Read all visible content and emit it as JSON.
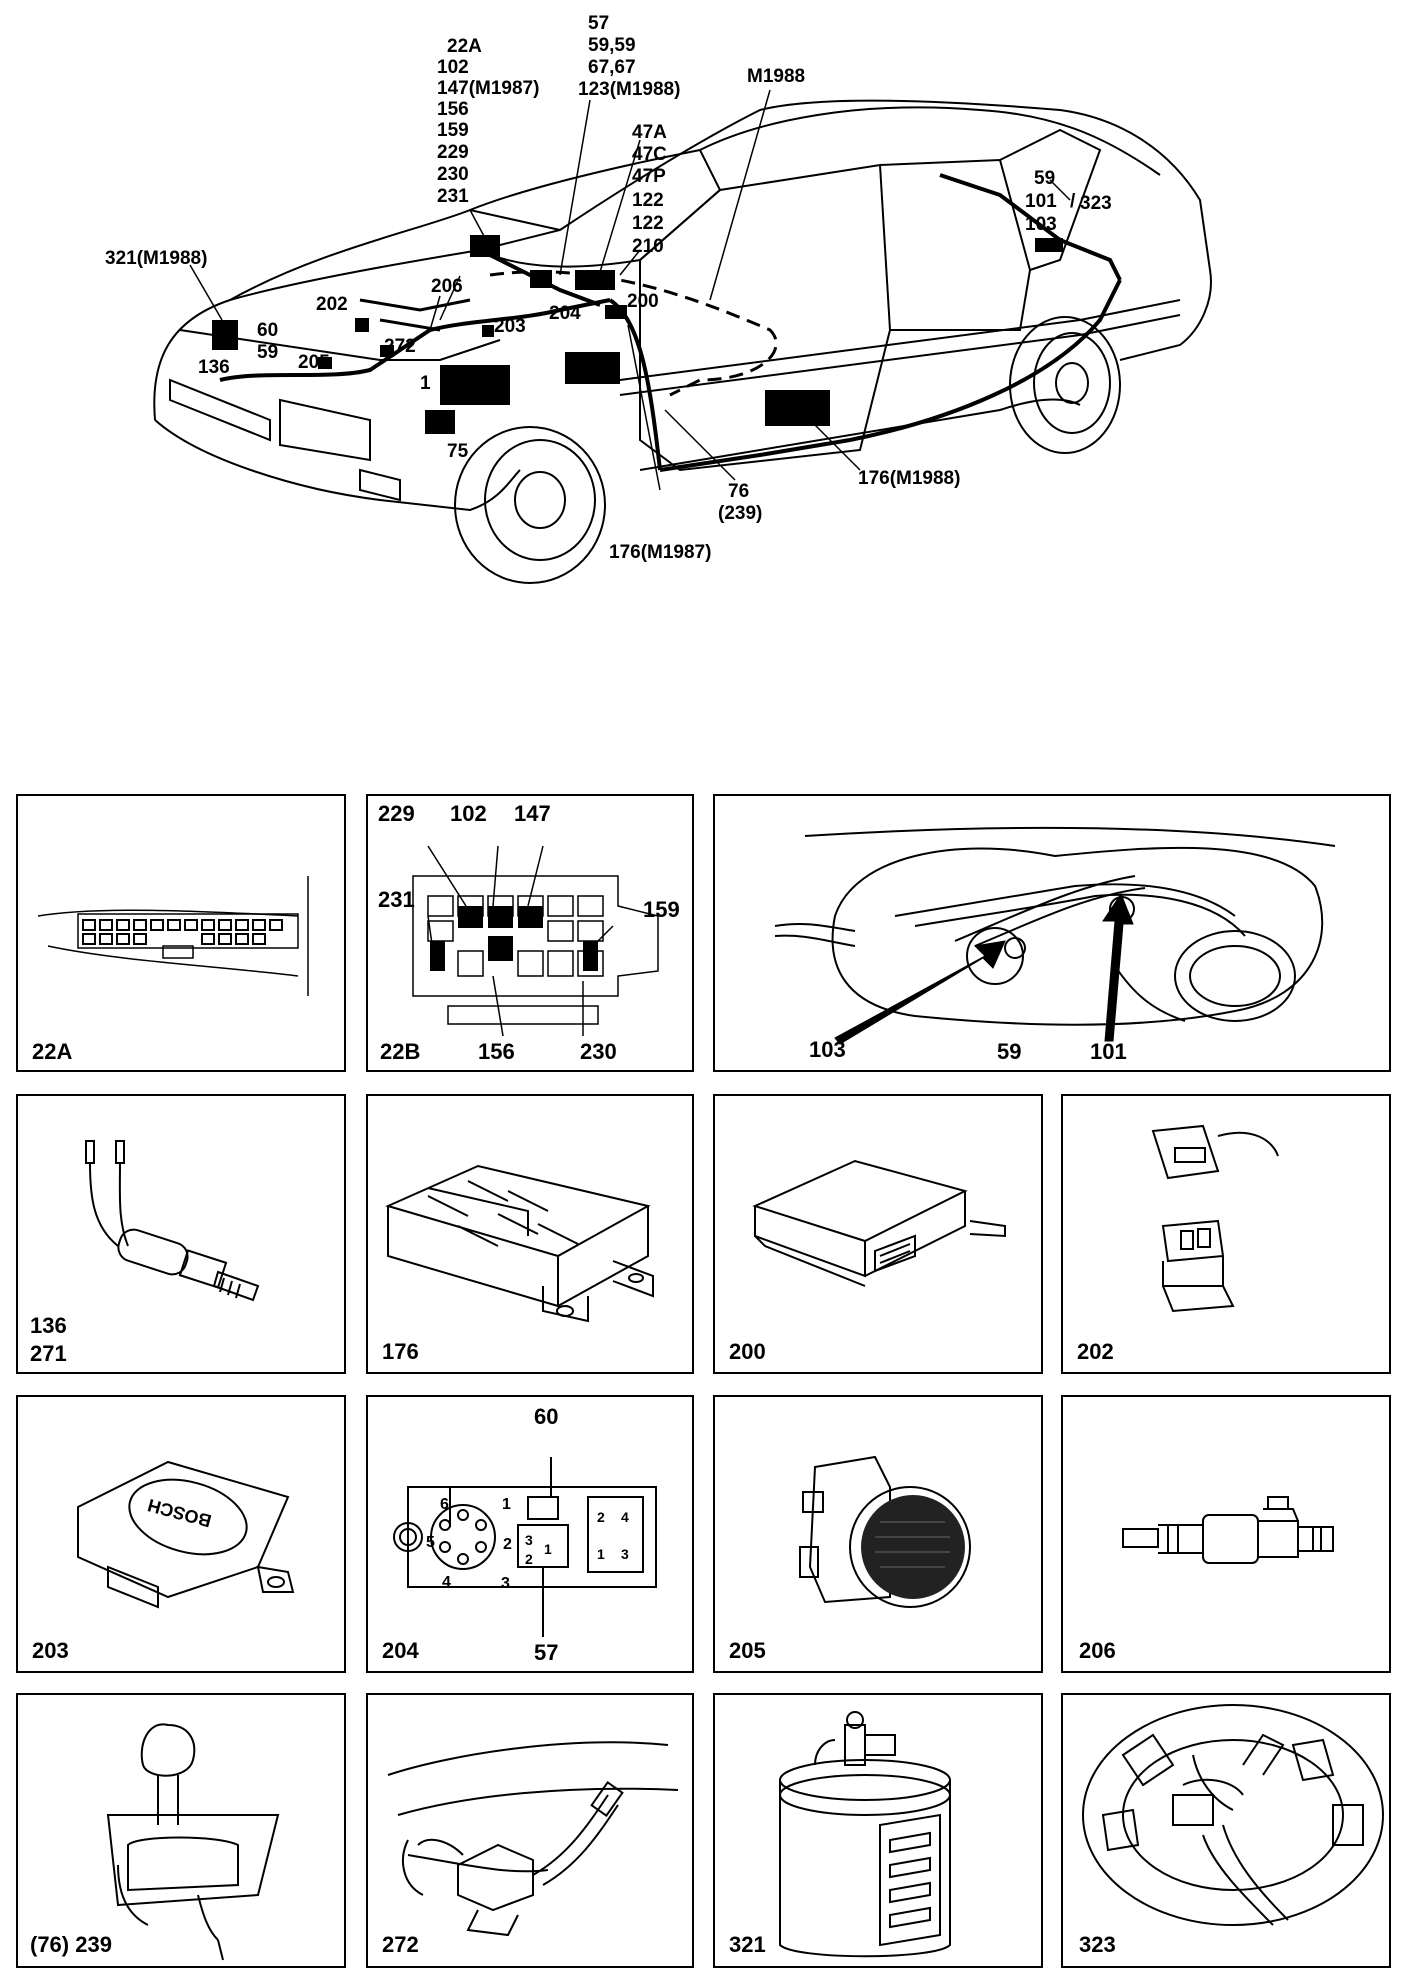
{
  "overview": {
    "labels": {
      "l22a": "22A",
      "l102": "102",
      "l147": "147(M1987)",
      "l156": "156",
      "l159": "159",
      "l229": "229",
      "l230": "230",
      "l231": "231",
      "l57": "57",
      "l5959": "59,59",
      "l6767": "67,67",
      "l123": "123(M1988)",
      "l47a": "47A",
      "l47c": "47C",
      "l47p": "47P",
      "l122a": "122",
      "l122b": "122",
      "l210": "210",
      "lm1988": "M1988",
      "l59r": "59",
      "l101": "101",
      "l323": "323",
      "l103": "103",
      "l321": "321(M1988)",
      "l202": "202",
      "l206": "206",
      "l60": "60",
      "l59": "59",
      "l203": "203",
      "l204": "204",
      "l200": "200",
      "l272": "272",
      "l205": "205",
      "l136": "136",
      "l1": "1",
      "l75": "75",
      "l76": "76",
      "l239": "(239)",
      "l176m88": "176(M1988)",
      "l176m87": "176(M1987)"
    }
  },
  "panels": {
    "p22a": {
      "label": "22A"
    },
    "p22b": {
      "label": "22B",
      "c229": "229",
      "c102": "102",
      "c147": "147",
      "c231": "231",
      "c159": "159",
      "c156": "156",
      "c230": "230"
    },
    "ptank": {
      "c103": "103",
      "c59": "59",
      "c101": "101"
    },
    "p136": {
      "label1": "136",
      "label2": "271"
    },
    "p176": {
      "label": "176"
    },
    "p200": {
      "label": "200"
    },
    "p202": {
      "label": "202"
    },
    "p203": {
      "label": "203",
      "brand": "BOSCH"
    },
    "p204": {
      "label": "204",
      "c60": "60",
      "c57": "57",
      "pins": [
        "1",
        "2",
        "3",
        "4",
        "5",
        "6"
      ],
      "relay_left": [
        "3",
        "1",
        "2"
      ],
      "relay_right": [
        "2",
        "4",
        "1",
        "3"
      ]
    },
    "p205": {
      "label": "205"
    },
    "p206": {
      "label": "206"
    },
    "p239": {
      "label": "(76) 239"
    },
    "p272": {
      "label": "272"
    },
    "p321": {
      "label": "321"
    },
    "p323": {
      "label": "323"
    }
  }
}
